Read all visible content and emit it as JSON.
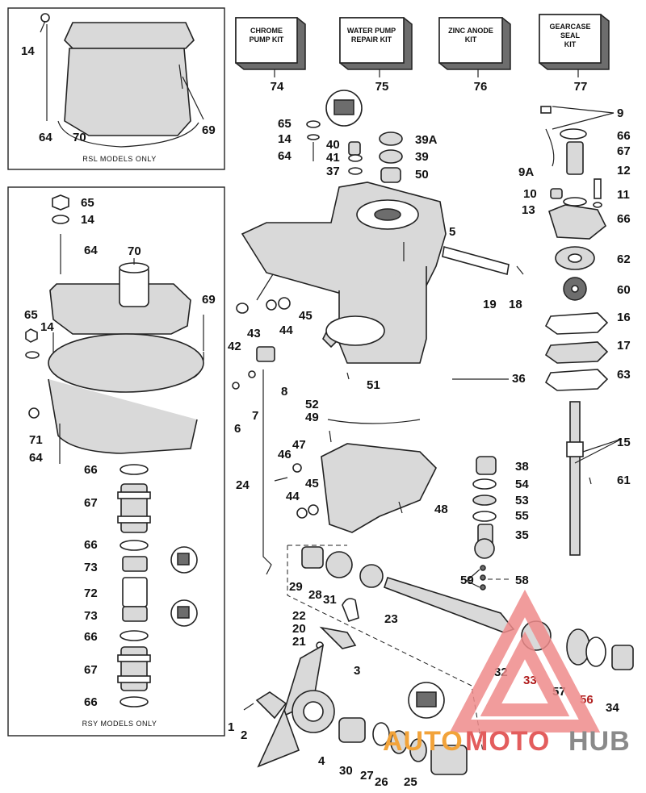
{
  "kits": [
    {
      "id": "74",
      "line1": "CHROME",
      "line2": "PUMP KIT"
    },
    {
      "id": "75",
      "line1": "WATER PUMP",
      "line2": "REPAIR KIT"
    },
    {
      "id": "76",
      "line1": "ZINC ANODE",
      "line2": "KIT"
    },
    {
      "id": "77",
      "line1": "GEARCASE",
      "line2": "SEAL",
      "line3": "KIT"
    }
  ],
  "insets": {
    "rsl_caption": "RSL MODELS ONLY",
    "rsy_caption": "RSY MODELS ONLY"
  },
  "callouts": {
    "c14a": "14",
    "c64a": "64",
    "c70a": "70",
    "c69a": "69",
    "c65b": "65",
    "c14b": "14",
    "c64b": "64",
    "c70b": "70",
    "c69b": "69",
    "c65c": "65",
    "c14c": "14",
    "c71": "71",
    "c64c": "64",
    "c66a": "66",
    "c67a": "67",
    "c66b": "66",
    "c73a": "73",
    "c72": "72",
    "c73b": "73",
    "c66c": "66",
    "c67b": "67",
    "c66d": "66",
    "c65d": "65",
    "c14d": "14",
    "c64d": "64",
    "c40": "40",
    "c41": "41",
    "c37": "37",
    "c39A": "39A",
    "c39": "39",
    "c50": "50",
    "c5": "5",
    "c19": "19",
    "c18": "18",
    "c42": "42",
    "c43": "43",
    "c44a": "44",
    "c45a": "45",
    "c8": "8",
    "c6": "6",
    "c7": "7",
    "c51": "51",
    "c36": "36",
    "c52": "52",
    "c49": "49",
    "c47": "47",
    "c46": "46",
    "c45b": "45",
    "c44b": "44",
    "c24": "24",
    "c48": "48",
    "c29": "29",
    "c28": "28",
    "c31": "31",
    "c22": "22",
    "c20": "20",
    "c21": "21",
    "c23": "23",
    "c59": "59",
    "c58": "58",
    "c32": "32",
    "c33": "33",
    "c57": "57",
    "c56": "56",
    "c34": "34",
    "c3": "3",
    "c1": "1",
    "c2": "2",
    "c4": "4",
    "c30": "30",
    "c27": "27",
    "c26": "26",
    "c25": "25",
    "c9": "9",
    "c66e": "66",
    "c67c": "67",
    "c9A": "9A",
    "c12": "12",
    "c10": "10",
    "c11": "11",
    "c13": "13",
    "c66f": "66",
    "c62": "62",
    "c60": "60",
    "c16": "16",
    "c17": "17",
    "c63": "63",
    "c15": "15",
    "c61": "61",
    "c38": "38",
    "c54": "54",
    "c53": "53",
    "c55": "55",
    "c35": "35"
  },
  "watermark": {
    "text_a": "AUTO",
    "text_b": "MOTO",
    "text_c": "HUB",
    "color_a": "#f2a33a",
    "color_b": "#e35d5d",
    "color_c": "#8a8a8a"
  }
}
